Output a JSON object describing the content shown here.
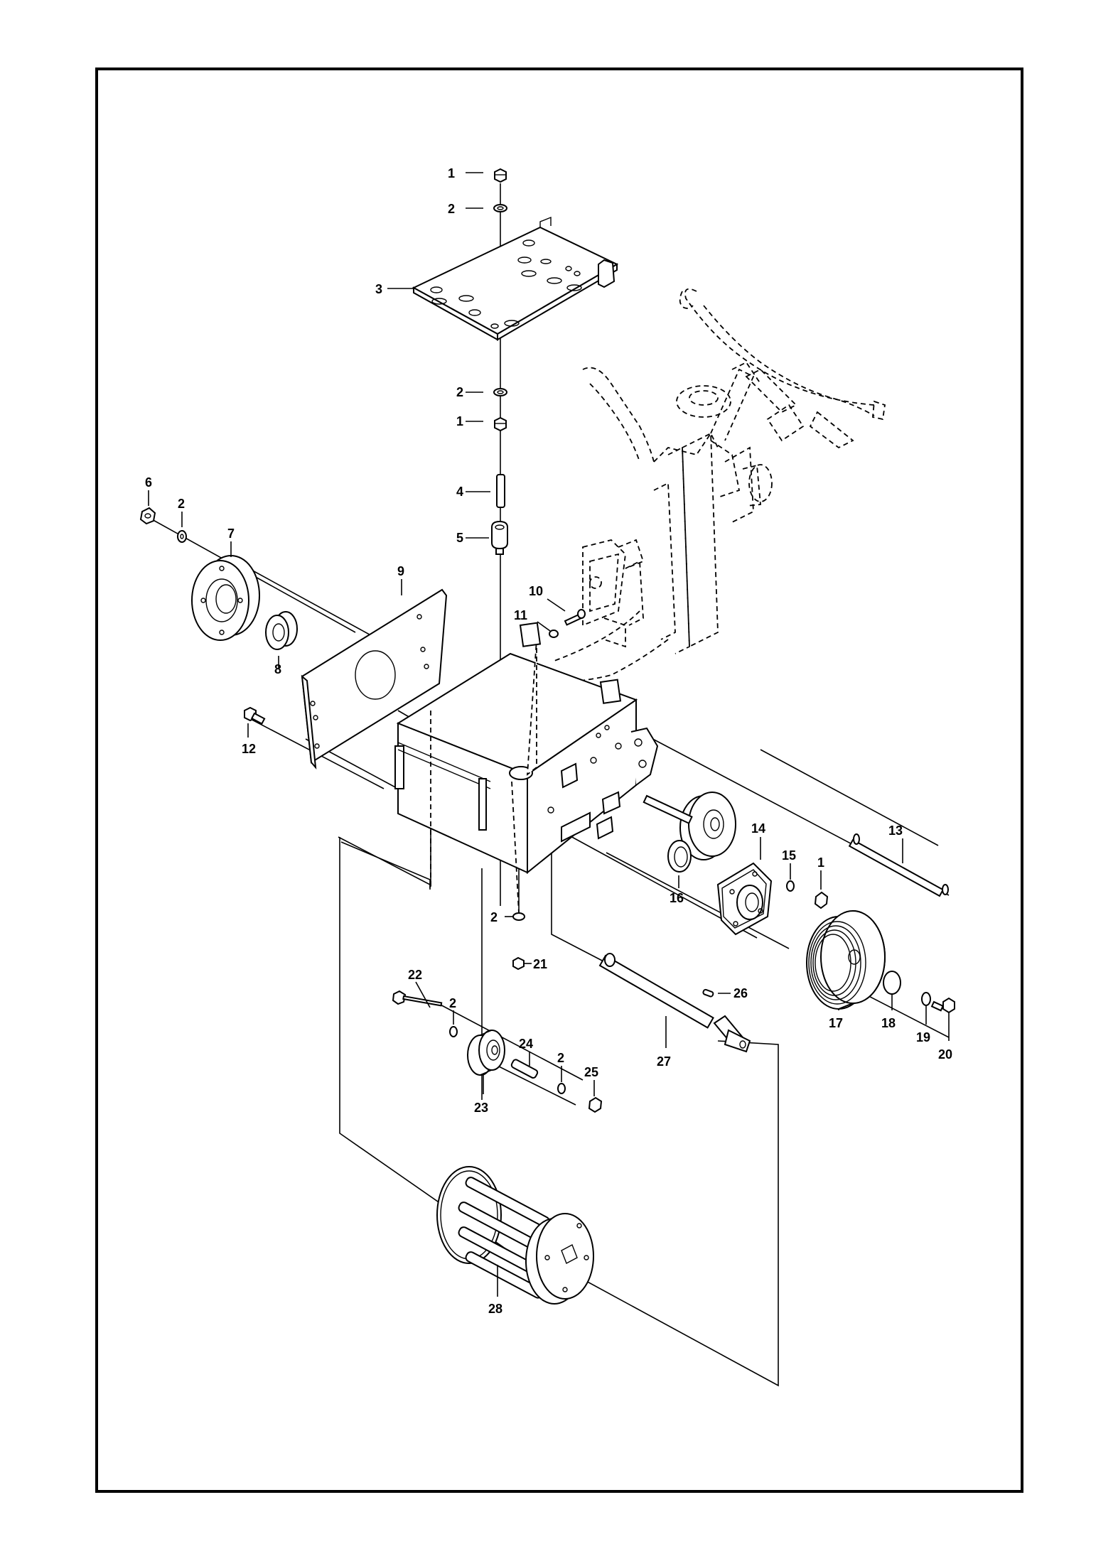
{
  "callouts": [
    {
      "id": "c1a",
      "text": "1"
    },
    {
      "id": "c2a",
      "text": "2"
    },
    {
      "id": "c3",
      "text": "3"
    },
    {
      "id": "c2b",
      "text": "2"
    },
    {
      "id": "c1b",
      "text": "1"
    },
    {
      "id": "c4",
      "text": "4"
    },
    {
      "id": "c5",
      "text": "5"
    },
    {
      "id": "c6",
      "text": "6"
    },
    {
      "id": "c2c",
      "text": "2"
    },
    {
      "id": "c7",
      "text": "7"
    },
    {
      "id": "c9",
      "text": "9"
    },
    {
      "id": "c8",
      "text": "8"
    },
    {
      "id": "c10",
      "text": "10"
    },
    {
      "id": "c11",
      "text": "11"
    },
    {
      "id": "c12",
      "text": "12"
    },
    {
      "id": "c13",
      "text": "13"
    },
    {
      "id": "c14",
      "text": "14"
    },
    {
      "id": "c15",
      "text": "15"
    },
    {
      "id": "c1c",
      "text": "1"
    },
    {
      "id": "c16",
      "text": "16"
    },
    {
      "id": "c2d",
      "text": "2"
    },
    {
      "id": "c21",
      "text": "21"
    },
    {
      "id": "c22",
      "text": "22"
    },
    {
      "id": "c2e",
      "text": "2"
    },
    {
      "id": "c26",
      "text": "26"
    },
    {
      "id": "c24",
      "text": "24"
    },
    {
      "id": "c2f",
      "text": "2"
    },
    {
      "id": "c25",
      "text": "25"
    },
    {
      "id": "c23",
      "text": "23"
    },
    {
      "id": "c27",
      "text": "27"
    },
    {
      "id": "c17",
      "text": "17"
    },
    {
      "id": "c18",
      "text": "18"
    },
    {
      "id": "c19",
      "text": "19"
    },
    {
      "id": "c20",
      "text": "20"
    },
    {
      "id": "c28",
      "text": "28"
    }
  ]
}
